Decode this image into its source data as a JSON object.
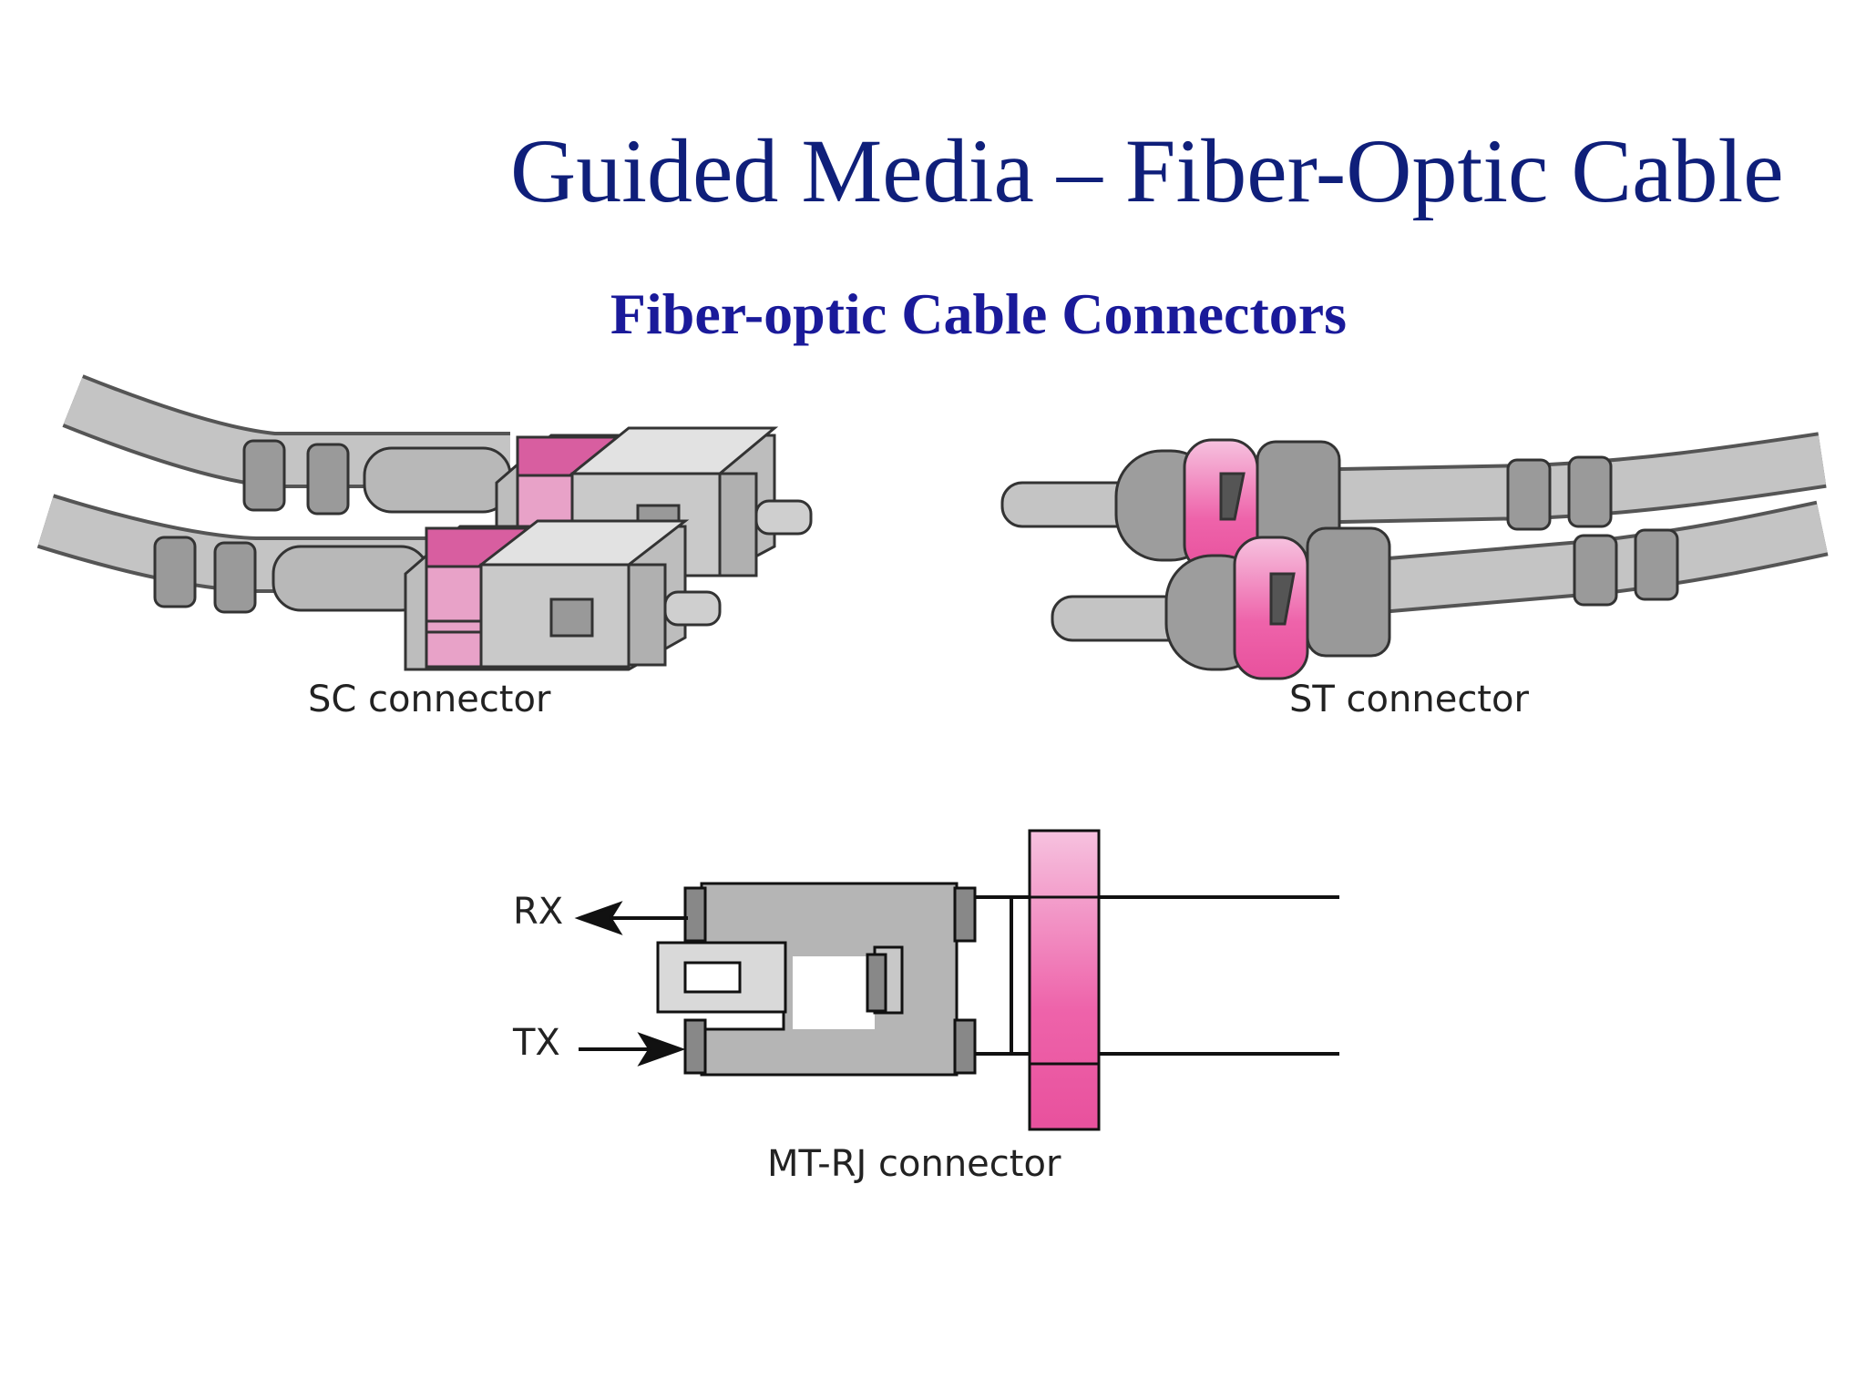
{
  "slide": {
    "title": "Guided Media – Fiber-Optic Cable",
    "subtitle": "Fiber-optic Cable Connectors"
  },
  "connectors": {
    "sc": {
      "caption": "SC connector"
    },
    "st": {
      "caption": "ST connector"
    },
    "mtrj": {
      "caption": "MT-RJ connector",
      "rx_label": "RX",
      "tx_label": "TX"
    }
  },
  "colors": {
    "title": "#0f1f7a",
    "subtitle": "#1a1a9a",
    "connector_gray": "#a8a8a8",
    "accent_pink": "#e0559e",
    "light_pink": "#f4a9cf"
  }
}
